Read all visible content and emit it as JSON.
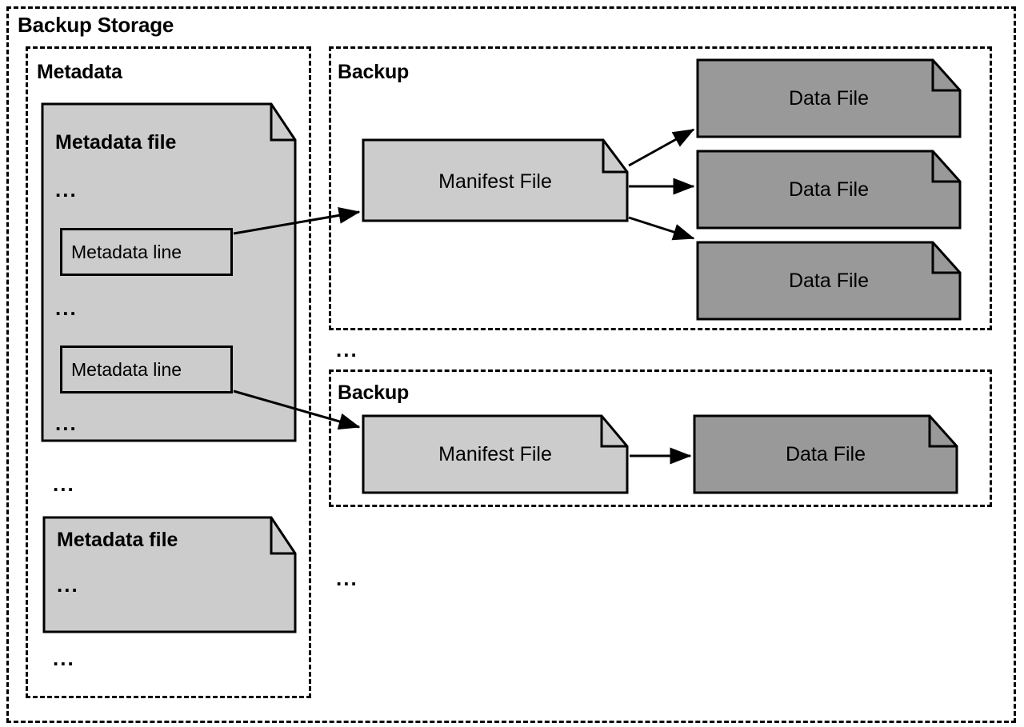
{
  "diagram": {
    "title": "Backup Storage",
    "type": "block-diagram",
    "colors": {
      "stroke": "#000000",
      "metadata_fill": "#cccccc",
      "manifest_fill": "#cccccc",
      "datafile_fill": "#999999",
      "background": "#ffffff"
    },
    "ellipsis_glyph": "...",
    "panels": {
      "metadata": {
        "title": "Metadata",
        "files": [
          {
            "label": "Metadata file",
            "ellipses": [
              "...",
              "...",
              "..."
            ],
            "lines": [
              {
                "label": "Metadata line"
              },
              {
                "label": "Metadata line"
              }
            ]
          },
          {
            "label": "Metadata file",
            "ellipses": [
              "..."
            ],
            "lines": []
          }
        ],
        "trailing_ellipses": [
          "...",
          "..."
        ]
      },
      "backups": [
        {
          "title": "Backup",
          "manifest": {
            "label": "Manifest File"
          },
          "data_files": [
            {
              "label": "Data File"
            },
            {
              "label": "Data File"
            },
            {
              "label": "Data File"
            }
          ]
        },
        {
          "title": "Backup",
          "manifest": {
            "label": "Manifest File"
          },
          "data_files": [
            {
              "label": "Data File"
            }
          ]
        }
      ],
      "backup_separator_ellipsis": "...",
      "backup_trailing_ellipsis": "..."
    }
  }
}
